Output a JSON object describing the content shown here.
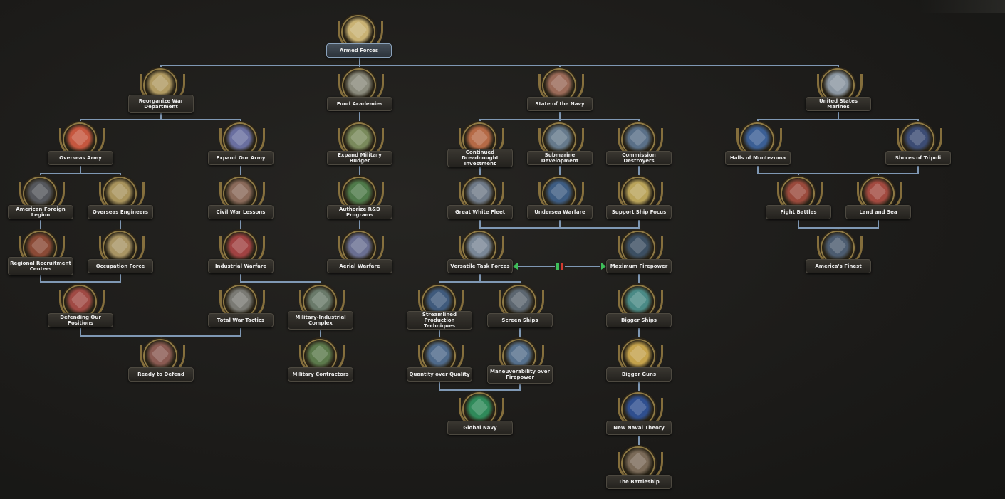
{
  "colors": {
    "line": "#7f98b4",
    "exclusive_left": "#3fbf5a",
    "exclusive_right": "#d23a2f"
  },
  "focuses": {
    "armed_forces": {
      "label": "Armed Forces",
      "icon": "eagle-emblem-icon",
      "color": "#c9b274"
    },
    "reorganize_war_department": {
      "label": "Reorganize War Department",
      "icon": "war-department-seal-icon",
      "color": "#b09a62"
    },
    "fund_academies": {
      "label": "Fund Academies",
      "icon": "academy-building-icon",
      "color": "#8a8a7c"
    },
    "state_of_the_navy": {
      "label": "State of the Navy",
      "icon": "navy-flag-anchor-icon",
      "color": "#9a6a58"
    },
    "us_marines": {
      "label": "United States Marines",
      "icon": "warship-icon",
      "color": "#8c97a2"
    },
    "overseas_army": {
      "label": "Overseas Army",
      "icon": "marine-emblem-icon",
      "color": "#c6573f"
    },
    "expand_our_army": {
      "label": "Expand Our Army",
      "icon": "crossed-rifles-icon",
      "color": "#6a6fa0"
    },
    "expand_military_budget": {
      "label": "Expand Military Budget",
      "icon": "shells-icon",
      "color": "#7a8a5c"
    },
    "continued_dreadnought": {
      "label": "Continued Dreadnought Investment",
      "icon": "dreadnought-icon",
      "color": "#b56a46"
    },
    "submarine_development": {
      "label": "Submarine Development",
      "icon": "submarine-icon",
      "color": "#667a8c"
    },
    "commission_destroyers": {
      "label": "Commission Destroyers",
      "icon": "destroyer-icon",
      "color": "#5a7088"
    },
    "halls_of_montezuma": {
      "label": "Halls of Montezuma",
      "icon": "ship-wheel-icon",
      "color": "#3b5f95"
    },
    "shores_of_tripoli": {
      "label": "Shores of Tripoli",
      "icon": "anchor-badge-icon",
      "color": "#3c4c74"
    },
    "american_foreign_legion": {
      "label": "American Foreign Legion",
      "icon": "claw-marks-icon",
      "color": "#55575c"
    },
    "overseas_engineers": {
      "label": "Overseas Engineers",
      "icon": "excavator-icon",
      "color": "#a8935c"
    },
    "civil_war_lessons": {
      "label": "Civil War Lessons",
      "icon": "crossed-sabers-icon",
      "color": "#8a6a5a"
    },
    "authorize_rd": {
      "label": "Authorize R&D Programs",
      "icon": "research-chart-icon",
      "color": "#4f7a4a"
    },
    "great_white_fleet": {
      "label": "Great White Fleet",
      "icon": "fleet-anchor-icon",
      "color": "#6f7a88"
    },
    "undersea_warfare": {
      "label": "Undersea Warfare",
      "icon": "undersea-icon",
      "color": "#3d5c82"
    },
    "support_ship_focus": {
      "label": "Support Ship Focus",
      "icon": "sunset-ship-icon",
      "color": "#b9a35a"
    },
    "fight_battles": {
      "label": "Fight Battles",
      "icon": "battleship-red-icon",
      "color": "#9a4a3c"
    },
    "land_and_sea": {
      "label": "Land and Sea",
      "icon": "ship-red-icon",
      "color": "#a24a40"
    },
    "regional_recruitment": {
      "label": "Regional Recruitment Centers",
      "icon": "recruit-shield-icon",
      "color": "#8a4a36"
    },
    "occupation_force": {
      "label": "Occupation Force",
      "icon": "soldiers-icon",
      "color": "#a89464"
    },
    "industrial_warfare": {
      "label": "Industrial Warfare",
      "icon": "factory-flag-icon",
      "color": "#a04242"
    },
    "aerial_warfare": {
      "label": "Aerial Warfare",
      "icon": "crossed-planes-icon",
      "color": "#6a6f92"
    },
    "versatile_task_forces": {
      "label": "Versatile Task Forces",
      "icon": "task-force-icon",
      "color": "#7a8796"
    },
    "maximum_firepower": {
      "label": "Maximum Firepower",
      "icon": "anchor-shield-icon",
      "color": "#3c4f62"
    },
    "americas_finest": {
      "label": "America's Finest",
      "icon": "marine-shield-icon",
      "color": "#4c5c70"
    },
    "defending_our_positions": {
      "label": "Defending Our Positions",
      "icon": "fortified-position-icon",
      "color": "#a04a44"
    },
    "total_war_tactics": {
      "label": "Total War Tactics",
      "icon": "tank-icon",
      "color": "#7a7a74"
    },
    "military_industrial_complex": {
      "label": "Military-Industrial Complex",
      "icon": "industrial-blocks-icon",
      "color": "#6a7a6a"
    },
    "streamlined_production": {
      "label": "Streamlined Production Techniques",
      "icon": "production-shield-icon",
      "color": "#3f5a7c"
    },
    "screen_ships": {
      "label": "Screen Ships",
      "icon": "gear-wheel-icon",
      "color": "#5c6670"
    },
    "bigger_ships": {
      "label": "Bigger Ships",
      "icon": "big-ship-icon",
      "color": "#4a8a86"
    },
    "ready_to_defend": {
      "label": "Ready to Defend",
      "icon": "machine-gun-icon",
      "color": "#8a5a52"
    },
    "military_contractors": {
      "label": "Military Contractors",
      "icon": "contractor-crane-icon",
      "color": "#5c7a4c"
    },
    "quantity_over_quality": {
      "label": "Quantity over Quality",
      "icon": "ship-shield-icon",
      "color": "#4f6a8a"
    },
    "maneuverability_over_firepower": {
      "label": "Maneuverability over Firepower",
      "icon": "ship-maneuver-icon",
      "color": "#56708c"
    },
    "bigger_guns": {
      "label": "Bigger Guns",
      "icon": "chevrons-icon",
      "color": "#c4a24c"
    },
    "global_navy": {
      "label": "Global Navy",
      "icon": "globe-laurel-icon",
      "color": "#2f8a5a"
    },
    "new_naval_theory": {
      "label": "New Naval Theory",
      "icon": "blue-shield-ship-icon",
      "color": "#2f4f8f"
    },
    "the_battleship": {
      "label": "The Battleship",
      "icon": "battleship-bow-icon",
      "color": "#7a6a58"
    }
  }
}
